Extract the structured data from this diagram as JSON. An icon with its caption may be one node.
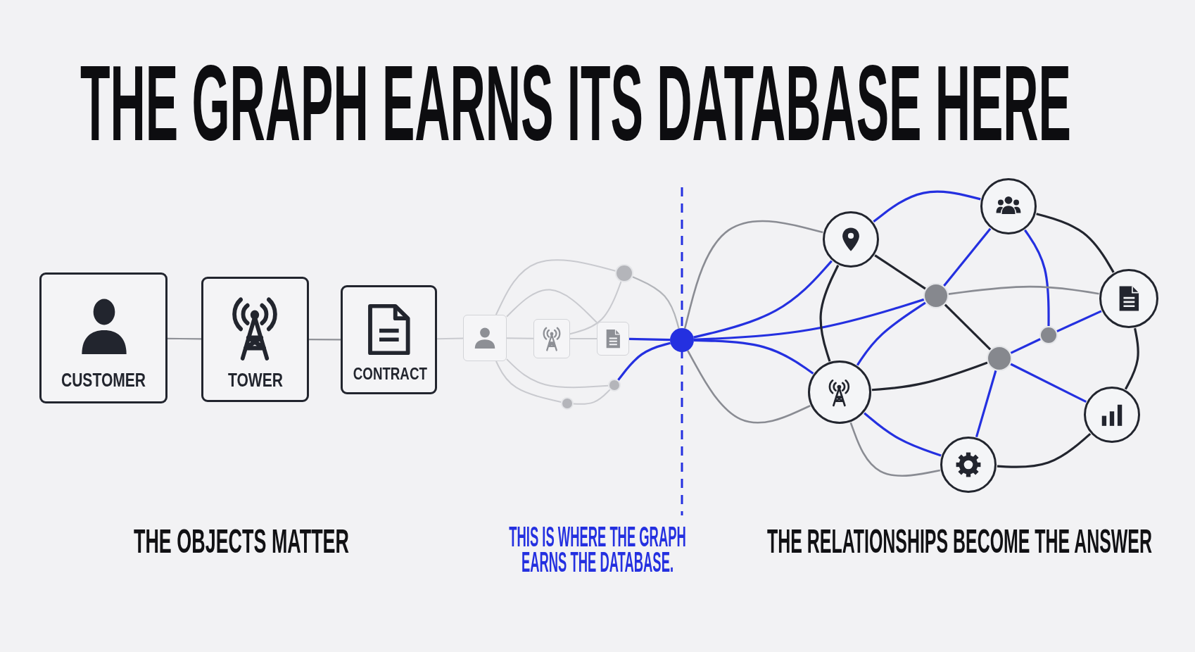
{
  "diagram": {
    "title": "THE GRAPH EARNS ITS DATABASE HERE",
    "nodes": [
      {
        "text": [
          "CUSTOMER"
        ]
      },
      {
        "text": [
          "TOWER"
        ]
      },
      {
        "text": [
          "CONTRACT"
        ]
      },
      {
        "text": [],
        "shape": "box"
      },
      {
        "text": [],
        "shape": "box"
      },
      {
        "text": [],
        "shape": "box"
      },
      {
        "text": [],
        "shape": "circle"
      },
      {
        "text": [],
        "shape": "circle"
      },
      {
        "text": [],
        "shape": "circle"
      },
      {
        "text": [],
        "shape": "circle"
      },
      {
        "text": [],
        "shape": "circle"
      },
      {
        "text": [],
        "shape": "circle"
      },
      {
        "text": [],
        "shape": "circle"
      },
      {
        "text": [],
        "shape": "circle"
      },
      {
        "text": [],
        "shape": "circle"
      },
      {
        "text": [],
        "shape": "circle"
      },
      {
        "text": [],
        "shape": "circle"
      },
      {
        "text": [],
        "shape": "circle"
      },
      {
        "text": [],
        "shape": "circle"
      }
    ],
    "edges": [
      {
        "from": 0,
        "to": 1,
        "arrow": "none",
        "color": "#8f9197"
      },
      {
        "from": 1,
        "to": 2,
        "arrow": "none",
        "color": "#8f9197"
      },
      {
        "from": 2,
        "to": 3,
        "arrow": "none",
        "color": "#c9cacf"
      },
      {
        "from": 3,
        "to": 4,
        "arrow": "none",
        "color": "#c9cacf"
      },
      {
        "from": 4,
        "to": 5,
        "arrow": "none",
        "color": "#c9cacf"
      },
      {
        "from": 5,
        "to": 9,
        "arrow": "none"
      },
      {
        "from": 3,
        "to": 6,
        "arrow": "none",
        "color": "#c9cacf"
      },
      {
        "from": 3,
        "to": 5,
        "arrow": "none",
        "color": "#c9cacf"
      },
      {
        "from": 4,
        "to": 6,
        "arrow": "none",
        "color": "#c9cacf"
      },
      {
        "from": 6,
        "to": 9,
        "arrow": "none",
        "color": "#b3b5ba"
      },
      {
        "from": 3,
        "to": 7,
        "arrow": "none",
        "color": "#c9cacf"
      },
      {
        "from": 3,
        "to": 8,
        "arrow": "none",
        "color": "#c9cacf"
      },
      {
        "from": 8,
        "to": 7,
        "arrow": "none",
        "color": "#c9cacf"
      },
      {
        "from": 7,
        "to": 9,
        "arrow": "none"
      },
      {
        "from": 9,
        "to": 10,
        "arrow": "none",
        "color": "#8a8c93"
      },
      {
        "from": 9,
        "to": 10,
        "arrow": "none"
      },
      {
        "from": 9,
        "to": 12,
        "arrow": "none"
      },
      {
        "from": 9,
        "to": 16,
        "arrow": "none"
      },
      {
        "from": 9,
        "to": 16,
        "arrow": "none",
        "color": "#8a8c93"
      },
      {
        "from": 10,
        "to": 11,
        "arrow": "none"
      },
      {
        "from": 10,
        "to": 12,
        "arrow": "none",
        "color": "#22252e"
      },
      {
        "from": 10,
        "to": 16,
        "arrow": "none",
        "color": "#22252e"
      },
      {
        "from": 11,
        "to": 12,
        "arrow": "none"
      },
      {
        "from": 11,
        "to": 14,
        "arrow": "none"
      },
      {
        "from": 11,
        "to": 13,
        "arrow": "none",
        "color": "#22252e"
      },
      {
        "from": 12,
        "to": 13,
        "arrow": "none",
        "color": "#8a8c93"
      },
      {
        "from": 12,
        "to": 15,
        "arrow": "none",
        "color": "#22252e"
      },
      {
        "from": 12,
        "to": 16,
        "arrow": "none"
      },
      {
        "from": 14,
        "to": 13,
        "arrow": "none"
      },
      {
        "from": 15,
        "to": 14,
        "arrow": "none"
      },
      {
        "from": 16,
        "to": 15,
        "arrow": "none",
        "color": "#22252e"
      },
      {
        "from": 15,
        "to": 18,
        "arrow": "none"
      },
      {
        "from": 15,
        "to": 17,
        "arrow": "none"
      },
      {
        "from": 16,
        "to": 18,
        "arrow": "none"
      },
      {
        "from": 16,
        "to": 18,
        "arrow": "none",
        "color": "#8a8c93"
      },
      {
        "from": 13,
        "to": 17,
        "arrow": "none",
        "color": "#22252e"
      },
      {
        "from": 18,
        "to": 17,
        "arrow": "none",
        "color": "#22252e"
      }
    ],
    "labels": [
      "THE OBJECTS MATTER",
      "THIS IS WHERE THE GRAPH EARNS THE DATABASE.",
      "THE RELATIONSHIPS BECOME THE ANSWER"
    ]
  }
}
